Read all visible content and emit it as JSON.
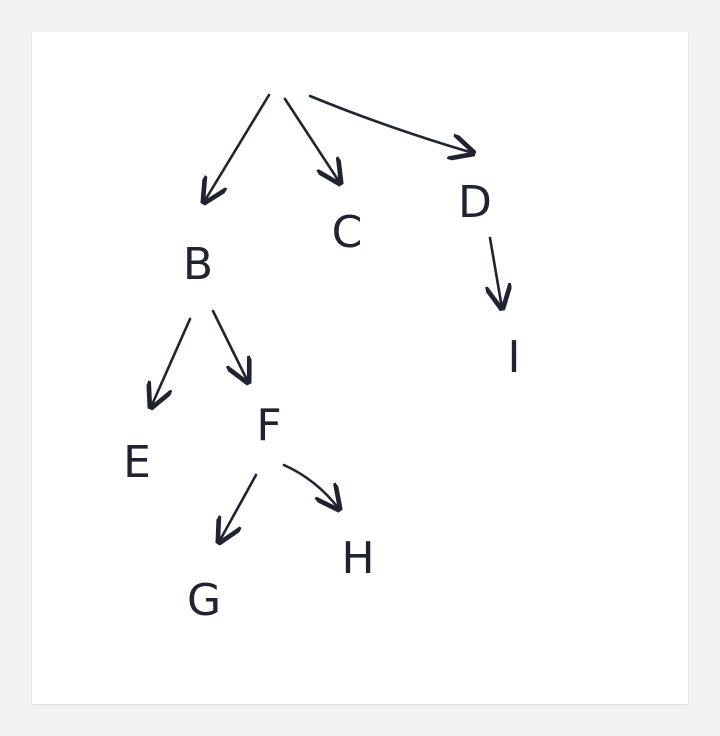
{
  "diagram": {
    "nodes": [
      {
        "id": "B",
        "label": "B"
      },
      {
        "id": "C",
        "label": "C"
      },
      {
        "id": "D",
        "label": "D"
      },
      {
        "id": "E",
        "label": "E"
      },
      {
        "id": "F",
        "label": "F"
      },
      {
        "id": "G",
        "label": "G"
      },
      {
        "id": "H",
        "label": "H"
      },
      {
        "id": "I",
        "label": "I"
      }
    ],
    "edges": [
      {
        "from": "root",
        "to": "B"
      },
      {
        "from": "root",
        "to": "C"
      },
      {
        "from": "root",
        "to": "D"
      },
      {
        "from": "B",
        "to": "E"
      },
      {
        "from": "B",
        "to": "F"
      },
      {
        "from": "F",
        "to": "G"
      },
      {
        "from": "F",
        "to": "H"
      },
      {
        "from": "D",
        "to": "I"
      }
    ],
    "colors": {
      "ink": "#1f2430",
      "paper": "#ffffff",
      "background": "#f1f2f4"
    }
  }
}
